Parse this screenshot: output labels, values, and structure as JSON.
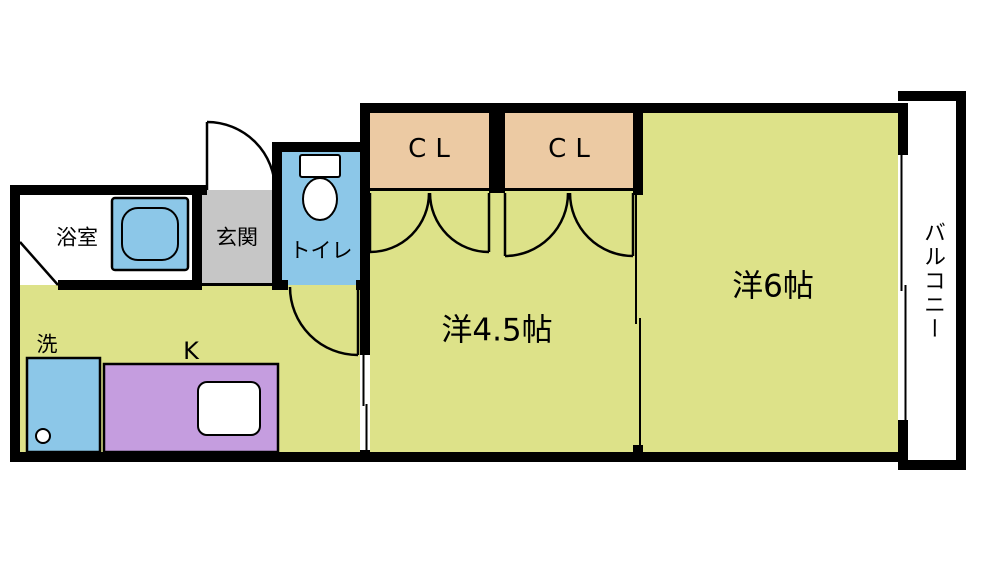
{
  "colors": {
    "room": "#dde289",
    "water": "#8cc7e8",
    "closet": "#eccaa3",
    "entrance": "#c6c6c6",
    "kitchen_counter": "#c59ddf",
    "wall": "#000000"
  },
  "rooms": {
    "bathroom": {
      "label": "浴室"
    },
    "entrance": {
      "label": "玄関"
    },
    "toilet": {
      "label": "トイレ"
    },
    "closet1": {
      "label": "CL"
    },
    "closet2": {
      "label": "CL"
    },
    "western_4_5": {
      "label": "洋4.5帖"
    },
    "western_6": {
      "label": "洋6帖"
    },
    "kitchen": {
      "label": "K"
    },
    "laundry": {
      "label": "洗"
    },
    "balcony": {
      "label": "バルコニー"
    }
  }
}
